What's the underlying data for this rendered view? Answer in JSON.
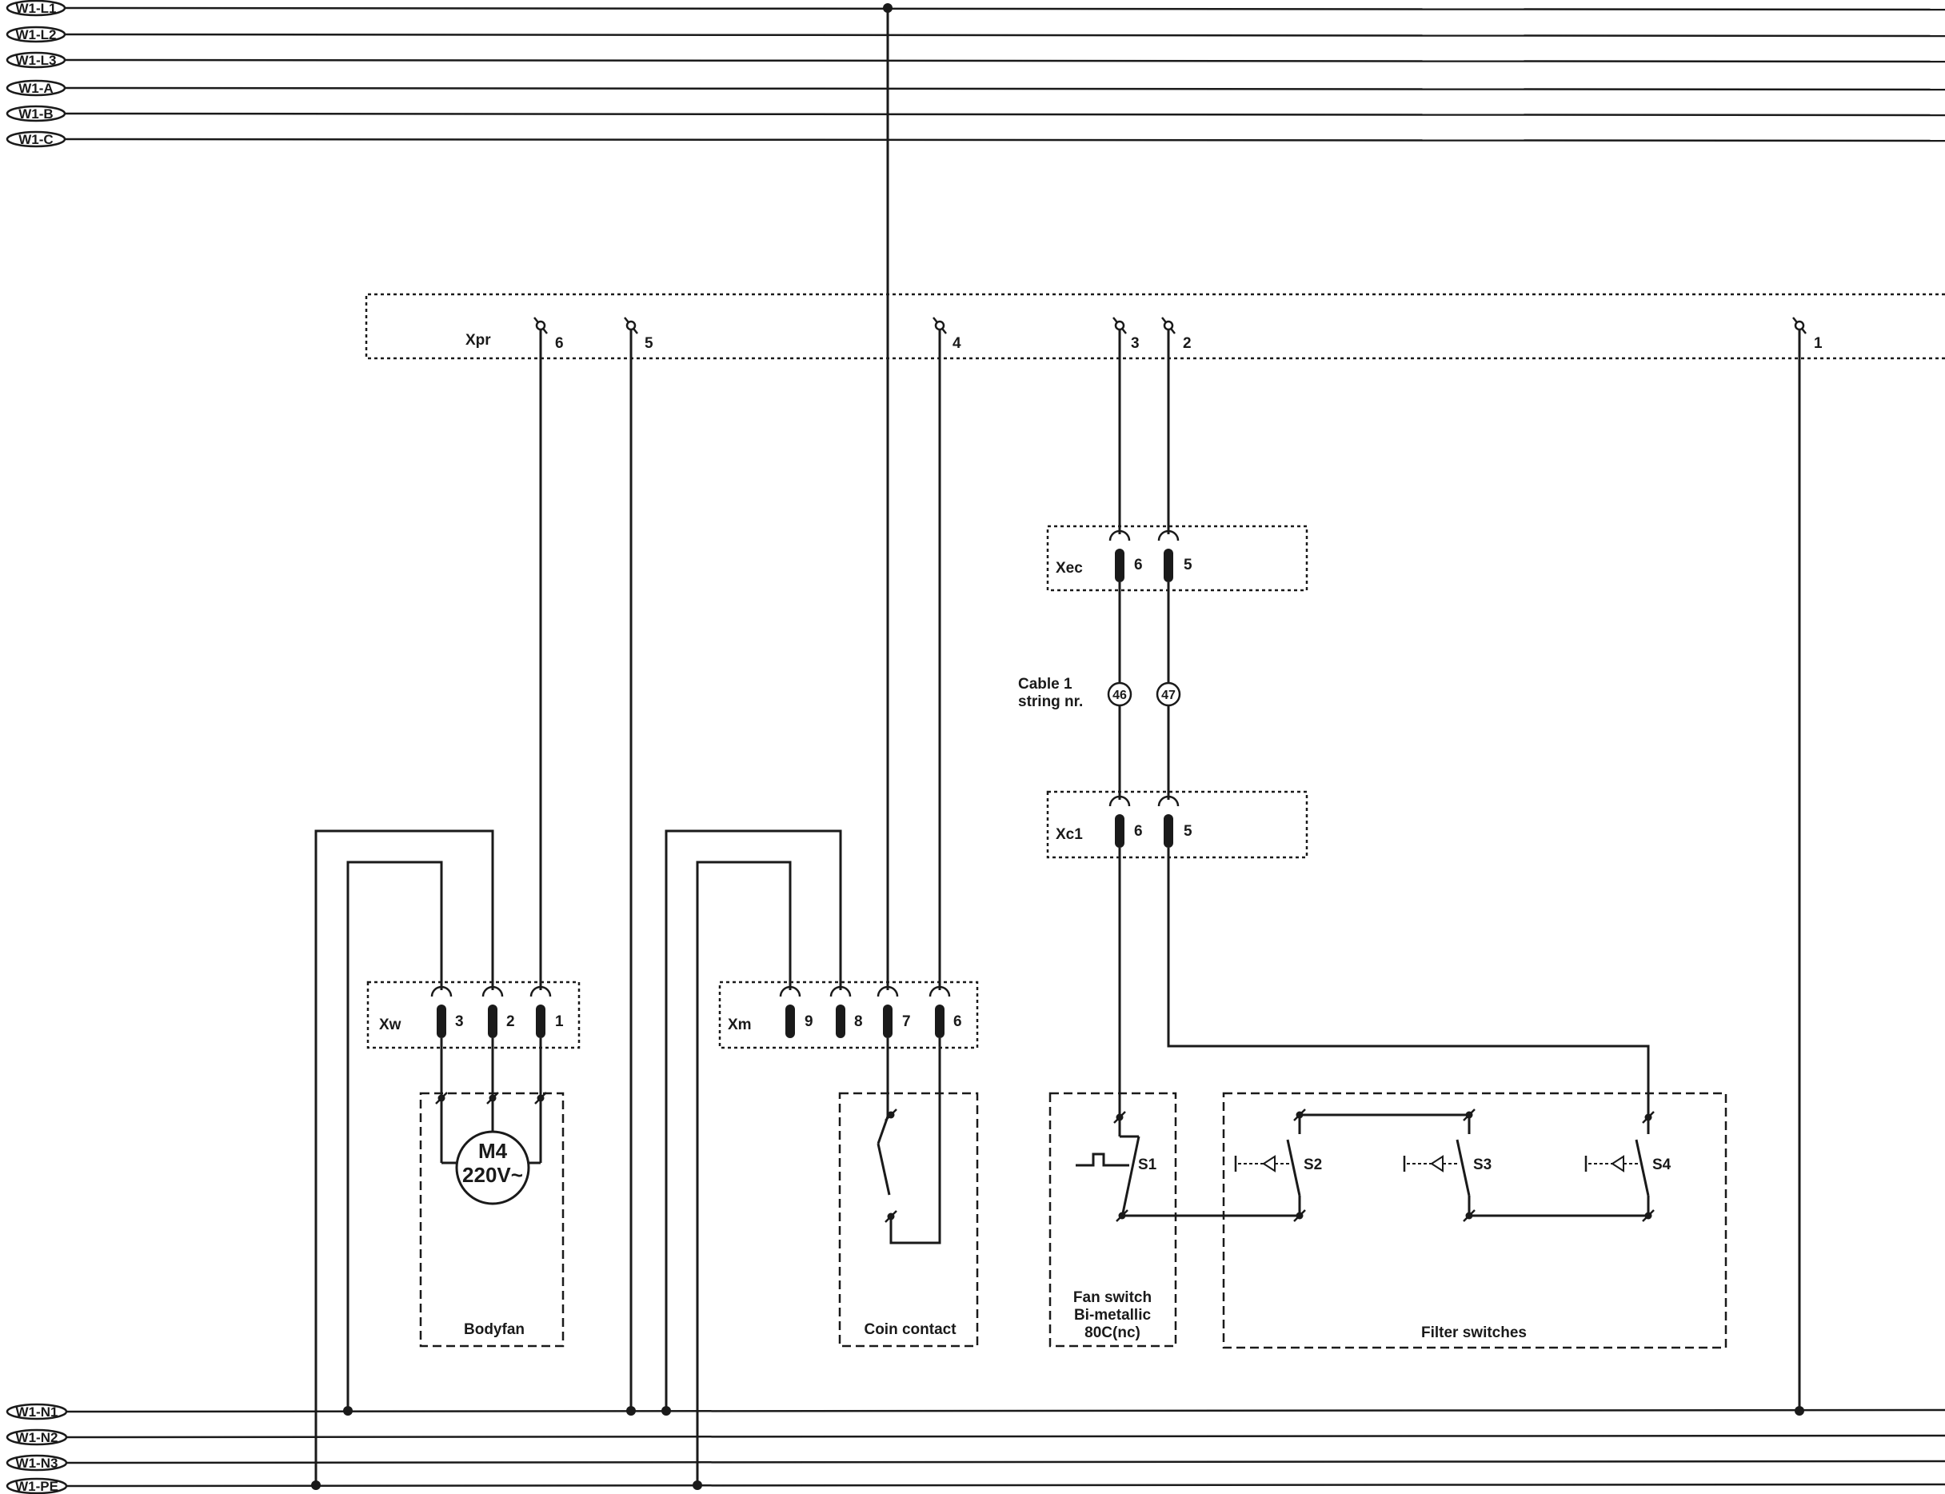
{
  "buses_top": [
    "W1-L1",
    "W1-L2",
    "W1-L3",
    "W1-A",
    "W1-B",
    "W1-C"
  ],
  "buses_bottom": [
    "W1-N1",
    "W1-N2",
    "W1-N3",
    "W1-PE"
  ],
  "connectors": {
    "xpr": {
      "name": "Xpr",
      "terminals": [
        "6",
        "5",
        "4",
        "3",
        "2",
        "1"
      ]
    },
    "xec": {
      "name": "Xec",
      "pins": [
        "6",
        "5"
      ]
    },
    "xc1": {
      "name": "Xc1",
      "pins": [
        "6",
        "5"
      ]
    },
    "xw": {
      "name": "Xw",
      "pins": [
        "3",
        "2",
        "1"
      ]
    },
    "xm": {
      "name": "Xm",
      "pins": [
        "9",
        "8",
        "7",
        "6"
      ]
    }
  },
  "cable": {
    "line1": "Cable 1",
    "line2": "string nr.",
    "strings": [
      "46",
      "47"
    ]
  },
  "motor": {
    "id": "M4",
    "voltage": "220V~"
  },
  "switches": [
    "S1",
    "S2",
    "S3",
    "S4"
  ],
  "components": {
    "bodyfan": "Bodyfan",
    "coin_contact": "Coin contact",
    "fan_switch": [
      "Fan switch",
      "Bi-metallic",
      "80C(nc)"
    ],
    "filter_switches": "Filter switches"
  }
}
